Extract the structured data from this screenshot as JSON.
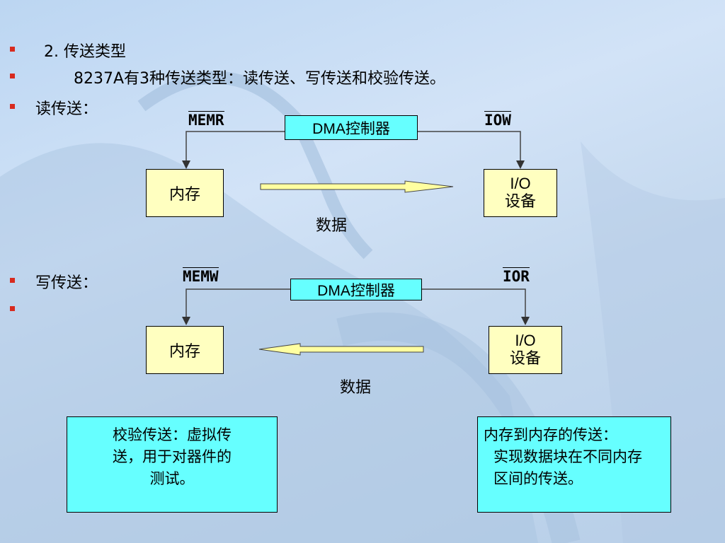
{
  "bullets": {
    "line1": "2. 传送类型",
    "line2": "8237A有3种传送类型：读传送、写传送和校验传送。",
    "line3": "读传送：",
    "line4": "写传送：",
    "line5": ""
  },
  "read_diagram": {
    "sig_left": "MEMR",
    "sig_right": "IOW",
    "controller": "DMA控制器",
    "memory": "内存",
    "io_line1": "I/O",
    "io_line2": "设备",
    "data": "数据"
  },
  "write_diagram": {
    "sig_left": "MEMW",
    "sig_right": "IOR",
    "controller": "DMA控制器",
    "memory": "内存",
    "io_line1": "I/O",
    "io_line2": "设备",
    "data": "数据"
  },
  "notes": {
    "verify_title": "校验传送：",
    "verify_body": "虚拟传送，用于对器件的测试。",
    "m2m_title": "内存到内存的传送：",
    "m2m_body": "实现数据块在不同内存区间的传送。"
  },
  "colors": {
    "bullet": "#d82a1e",
    "yellow_box": "#ffffc0",
    "cyan_box": "#66ffff"
  }
}
